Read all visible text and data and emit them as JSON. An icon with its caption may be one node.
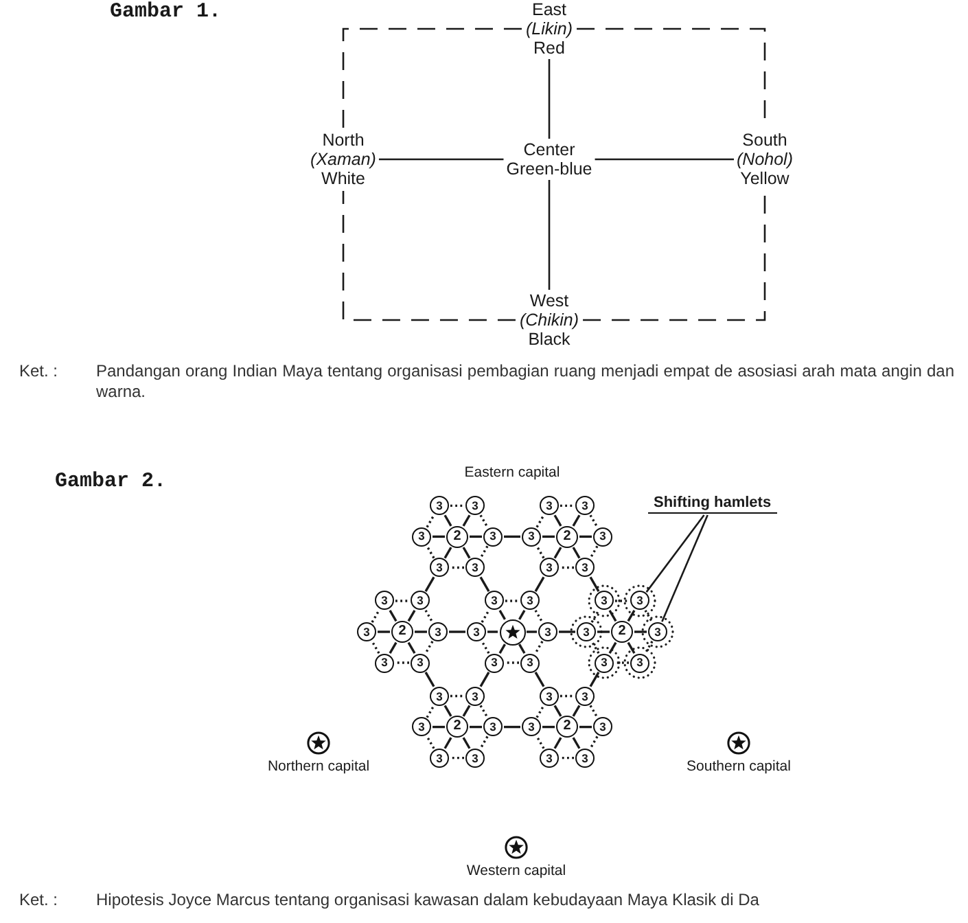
{
  "diagram": {
    "nodes": [
      {
        "text": [
          "East",
          "(Likin)",
          "Red"
        ]
      },
      {
        "text": [
          "North",
          "(Xaman)",
          "White"
        ]
      },
      {
        "text": [
          "Center",
          "Green-blue"
        ]
      },
      {
        "text": [
          "South",
          "(Nohol)",
          "Yellow"
        ]
      },
      {
        "text": [
          "West",
          "(Chikin)",
          "Black"
        ]
      },
      {
        "text": [
          "2"
        ]
      },
      {
        "text": [
          "3"
        ]
      },
      {
        "text": [
          "3"
        ]
      },
      {
        "text": [
          "3"
        ]
      },
      {
        "text": [
          "3"
        ]
      },
      {
        "text": [
          "3"
        ]
      },
      {
        "text": [
          "3"
        ]
      },
      {
        "text": [
          "2"
        ]
      },
      {
        "text": [
          "3"
        ]
      },
      {
        "text": [
          "3"
        ]
      },
      {
        "text": [
          "3"
        ]
      },
      {
        "text": [
          "3"
        ]
      },
      {
        "text": [
          "3"
        ]
      },
      {
        "text": [
          "3"
        ]
      },
      {
        "text": [
          "2"
        ]
      },
      {
        "text": [
          "3"
        ]
      },
      {
        "text": [
          "3"
        ]
      },
      {
        "text": [
          "3"
        ]
      },
      {
        "text": [
          "3"
        ]
      },
      {
        "text": [
          "3"
        ]
      },
      {
        "text": [
          "3"
        ]
      },
      {
        "text": [],
        "shape": "circle"
      },
      {
        "text": [
          "3"
        ]
      },
      {
        "text": [
          "3"
        ]
      },
      {
        "text": [
          "3"
        ]
      },
      {
        "text": [
          "3"
        ]
      },
      {
        "text": [
          "3"
        ]
      },
      {
        "text": [
          "3"
        ]
      },
      {
        "text": [
          "2"
        ]
      },
      {
        "text": [
          "3"
        ]
      },
      {
        "text": [
          "3"
        ]
      },
      {
        "text": [
          "3"
        ]
      },
      {
        "text": [
          "3"
        ]
      },
      {
        "text": [
          "3"
        ]
      },
      {
        "text": [
          "3"
        ]
      },
      {
        "text": [
          "2"
        ]
      },
      {
        "text": [
          "3"
        ]
      },
      {
        "text": [
          "3"
        ]
      },
      {
        "text": [
          "3"
        ]
      },
      {
        "text": [
          "3"
        ]
      },
      {
        "text": [
          "3"
        ]
      },
      {
        "text": [
          "3"
        ]
      },
      {
        "text": [
          "2"
        ]
      },
      {
        "text": [
          "3"
        ]
      },
      {
        "text": [
          "3"
        ]
      },
      {
        "text": [
          "3"
        ]
      },
      {
        "text": [
          "3"
        ]
      },
      {
        "text": [
          "3"
        ]
      },
      {
        "text": [
          "3"
        ]
      },
      {
        "text": [
          "Shifting hamlets"
        ]
      }
    ],
    "edges": [
      {
        "from": 2,
        "to": 0,
        "arrow": "none"
      },
      {
        "from": 2,
        "to": 1,
        "arrow": "none"
      },
      {
        "from": 2,
        "to": 3,
        "arrow": "none"
      },
      {
        "from": 2,
        "to": 4,
        "arrow": "none"
      },
      {
        "from": 0,
        "to": 1,
        "arrow": "none",
        "style": "dashed"
      },
      {
        "from": 0,
        "to": 3,
        "arrow": "none",
        "style": "dashed"
      },
      {
        "from": 4,
        "to": 1,
        "arrow": "none",
        "style": "dashed"
      },
      {
        "from": 4,
        "to": 3,
        "arrow": "none",
        "style": "dashed"
      },
      {
        "from": 6,
        "to": 7,
        "arrow": "none",
        "style": "dashed"
      },
      {
        "from": 7,
        "to": 8,
        "arrow": "none",
        "style": "dashed"
      },
      {
        "from": 8,
        "to": 9,
        "arrow": "none",
        "style": "dashed"
      },
      {
        "from": 9,
        "to": 10,
        "arrow": "none",
        "style": "dashed"
      },
      {
        "from": 10,
        "to": 11,
        "arrow": "none",
        "style": "dashed"
      },
      {
        "from": 11,
        "to": 6,
        "arrow": "none",
        "style": "dashed"
      },
      {
        "from": 5,
        "to": 6,
        "arrow": "none"
      },
      {
        "from": 5,
        "to": 7,
        "arrow": "none"
      },
      {
        "from": 5,
        "to": 8,
        "arrow": "none"
      },
      {
        "from": 5,
        "to": 9,
        "arrow": "none"
      },
      {
        "from": 5,
        "to": 10,
        "arrow": "none"
      },
      {
        "from": 5,
        "to": 11,
        "arrow": "none"
      },
      {
        "from": 13,
        "to": 14,
        "arrow": "none",
        "style": "dashed"
      },
      {
        "from": 14,
        "to": 15,
        "arrow": "none",
        "style": "dashed"
      },
      {
        "from": 15,
        "to": 16,
        "arrow": "none",
        "style": "dashed"
      },
      {
        "from": 16,
        "to": 17,
        "arrow": "none",
        "style": "dashed"
      },
      {
        "from": 17,
        "to": 18,
        "arrow": "none",
        "style": "dashed"
      },
      {
        "from": 18,
        "to": 13,
        "arrow": "none",
        "style": "dashed"
      },
      {
        "from": 12,
        "to": 13,
        "arrow": "none"
      },
      {
        "from": 12,
        "to": 14,
        "arrow": "none"
      },
      {
        "from": 12,
        "to": 15,
        "arrow": "none"
      },
      {
        "from": 12,
        "to": 16,
        "arrow": "none"
      },
      {
        "from": 12,
        "to": 17,
        "arrow": "none"
      },
      {
        "from": 12,
        "to": 18,
        "arrow": "none"
      },
      {
        "from": 20,
        "to": 21,
        "arrow": "none",
        "style": "dashed"
      },
      {
        "from": 21,
        "to": 22,
        "arrow": "none",
        "style": "dashed"
      },
      {
        "from": 22,
        "to": 23,
        "arrow": "none",
        "style": "dashed"
      },
      {
        "from": 23,
        "to": 24,
        "arrow": "none",
        "style": "dashed"
      },
      {
        "from": 24,
        "to": 25,
        "arrow": "none",
        "style": "dashed"
      },
      {
        "from": 25,
        "to": 20,
        "arrow": "none",
        "style": "dashed"
      },
      {
        "from": 19,
        "to": 20,
        "arrow": "none"
      },
      {
        "from": 19,
        "to": 21,
        "arrow": "none"
      },
      {
        "from": 19,
        "to": 22,
        "arrow": "none"
      },
      {
        "from": 19,
        "to": 23,
        "arrow": "none"
      },
      {
        "from": 19,
        "to": 24,
        "arrow": "none"
      },
      {
        "from": 19,
        "to": 25,
        "arrow": "none"
      },
      {
        "from": 27,
        "to": 28,
        "arrow": "none",
        "style": "dashed"
      },
      {
        "from": 28,
        "to": 29,
        "arrow": "none",
        "style": "dashed"
      },
      {
        "from": 29,
        "to": 30,
        "arrow": "none",
        "style": "dashed"
      },
      {
        "from": 30,
        "to": 31,
        "arrow": "none",
        "style": "dashed"
      },
      {
        "from": 31,
        "to": 32,
        "arrow": "none",
        "style": "dashed"
      },
      {
        "from": 32,
        "to": 27,
        "arrow": "none",
        "style": "dashed"
      },
      {
        "from": 26,
        "to": 27,
        "arrow": "none"
      },
      {
        "from": 26,
        "to": 28,
        "arrow": "none"
      },
      {
        "from": 26,
        "to": 29,
        "arrow": "none"
      },
      {
        "from": 26,
        "to": 30,
        "arrow": "none"
      },
      {
        "from": 26,
        "to": 31,
        "arrow": "none"
      },
      {
        "from": 26,
        "to": 32,
        "arrow": "none"
      },
      {
        "from": 34,
        "to": 35,
        "arrow": "none",
        "style": "dashed"
      },
      {
        "from": 35,
        "to": 36,
        "arrow": "none",
        "style": "dashed"
      },
      {
        "from": 36,
        "to": 37,
        "arrow": "none",
        "style": "dashed"
      },
      {
        "from": 37,
        "to": 38,
        "arrow": "none",
        "style": "dashed"
      },
      {
        "from": 38,
        "to": 39,
        "arrow": "none",
        "style": "dashed"
      },
      {
        "from": 39,
        "to": 34,
        "arrow": "none",
        "style": "dashed"
      },
      {
        "from": 33,
        "to": 34,
        "arrow": "none"
      },
      {
        "from": 33,
        "to": 35,
        "arrow": "none"
      },
      {
        "from": 33,
        "to": 36,
        "arrow": "none"
      },
      {
        "from": 33,
        "to": 37,
        "arrow": "none"
      },
      {
        "from": 33,
        "to": 38,
        "arrow": "none"
      },
      {
        "from": 33,
        "to": 39,
        "arrow": "none"
      },
      {
        "from": 41,
        "to": 42,
        "arrow": "none",
        "style": "dashed"
      },
      {
        "from": 42,
        "to": 43,
        "arrow": "none",
        "style": "dashed"
      },
      {
        "from": 43,
        "to": 44,
        "arrow": "none",
        "style": "dashed"
      },
      {
        "from": 44,
        "to": 45,
        "arrow": "none",
        "style": "dashed"
      },
      {
        "from": 45,
        "to": 46,
        "arrow": "none",
        "style": "dashed"
      },
      {
        "from": 46,
        "to": 41,
        "arrow": "none",
        "style": "dashed"
      },
      {
        "from": 40,
        "to": 41,
        "arrow": "none"
      },
      {
        "from": 40,
        "to": 42,
        "arrow": "none"
      },
      {
        "from": 40,
        "to": 43,
        "arrow": "none"
      },
      {
        "from": 40,
        "to": 44,
        "arrow": "none"
      },
      {
        "from": 40,
        "to": 45,
        "arrow": "none"
      },
      {
        "from": 40,
        "to": 46,
        "arrow": "none"
      },
      {
        "from": 48,
        "to": 49,
        "arrow": "none",
        "style": "dashed"
      },
      {
        "from": 49,
        "to": 50,
        "arrow": "none",
        "style": "dashed"
      },
      {
        "from": 50,
        "to": 51,
        "arrow": "none",
        "style": "dashed"
      },
      {
        "from": 51,
        "to": 52,
        "arrow": "none",
        "style": "dashed"
      },
      {
        "from": 52,
        "to": 53,
        "arrow": "none",
        "style": "dashed"
      },
      {
        "from": 53,
        "to": 48,
        "arrow": "none",
        "style": "dashed"
      },
      {
        "from": 47,
        "to": 48,
        "arrow": "none"
      },
      {
        "from": 47,
        "to": 49,
        "arrow": "none"
      },
      {
        "from": 47,
        "to": 50,
        "arrow": "none"
      },
      {
        "from": 47,
        "to": 51,
        "arrow": "none"
      },
      {
        "from": 47,
        "to": 52,
        "arrow": "none"
      },
      {
        "from": 47,
        "to": 53,
        "arrow": "none"
      },
      {
        "from": 30,
        "to": 34,
        "arrow": "none"
      },
      {
        "from": 29,
        "to": 18,
        "arrow": "none"
      },
      {
        "from": 28,
        "to": 10,
        "arrow": "none"
      },
      {
        "from": 27,
        "to": 23,
        "arrow": "none"
      },
      {
        "from": 32,
        "to": 43,
        "arrow": "none"
      },
      {
        "from": 31,
        "to": 49,
        "arrow": "none"
      },
      {
        "from": 9,
        "to": 13,
        "arrow": "none"
      },
      {
        "from": 17,
        "to": 35,
        "arrow": "none"
      },
      {
        "from": 39,
        "to": 50,
        "arrow": "none"
      },
      {
        "from": 48,
        "to": 44,
        "arrow": "none"
      },
      {
        "from": 42,
        "to": 24,
        "arrow": "none"
      },
      {
        "from": 22,
        "to": 11,
        "arrow": "none"
      },
      {
        "from": 54,
        "to": 36,
        "arrow": "none"
      },
      {
        "from": 54,
        "to": 37,
        "arrow": "none"
      }
    ],
    "labels": [
      "Gambar 1.",
      "Ket. :",
      "Pandangan orang Indian Maya tentang organisasi pembagian ruang menjadi empat de asosiasi arah mata angin dan warna.",
      "Gambar 2.",
      "Eastern capital",
      "Northern capital",
      "Southern capital",
      "Western capital",
      "Ket. :",
      "Hipotesis Joyce Marcus tentang organisasi kawasan dalam kebudayaan Maya Klasik di Da"
    ]
  }
}
